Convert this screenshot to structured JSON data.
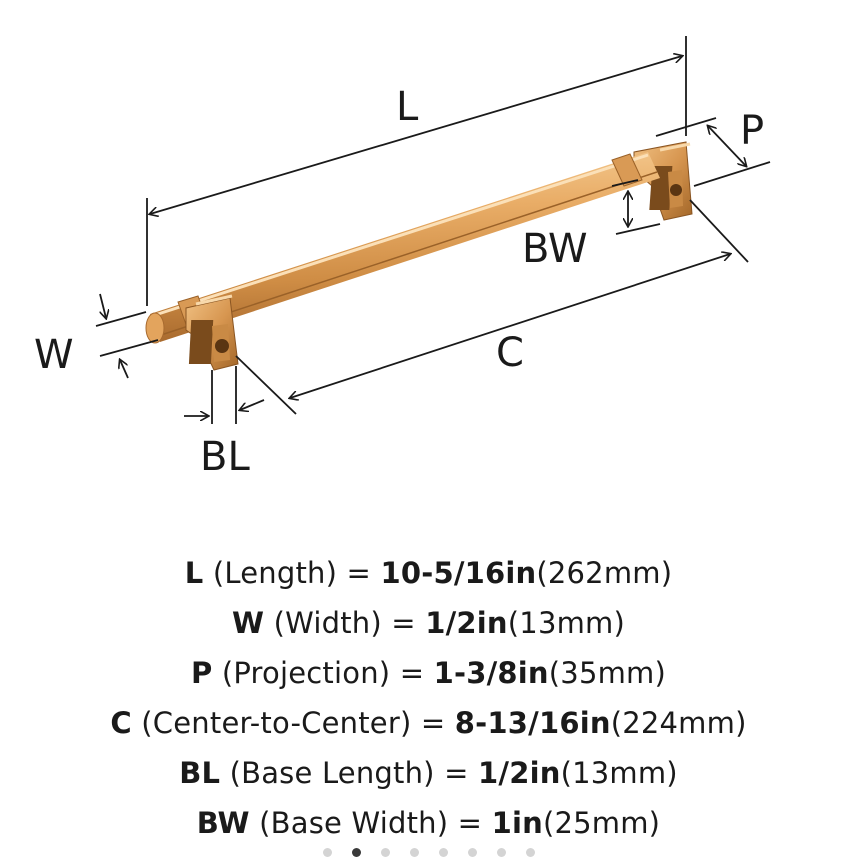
{
  "diagram": {
    "labels": {
      "L": "L",
      "P": "P",
      "BW": "BW",
      "W": "W",
      "C": "C",
      "BL": "BL"
    }
  },
  "specs": [
    {
      "key": "L",
      "desc": " (Length) = ",
      "imperial": "10-5/16in",
      "metric": "(262mm)"
    },
    {
      "key": "W",
      "desc": " (Width) = ",
      "imperial": "1/2in",
      "metric": "(13mm)"
    },
    {
      "key": "P",
      "desc": " (Projection) = ",
      "imperial": "1-3/8in",
      "metric": "(35mm)"
    },
    {
      "key": "C",
      "desc": " (Center-to-Center) = ",
      "imperial": "8-13/16in",
      "metric": "(224mm)"
    },
    {
      "key": "BL",
      "desc": " (Base Length) = ",
      "imperial": "1/2in",
      "metric": "(13mm)"
    },
    {
      "key": "BW",
      "desc": " (Base Width) = ",
      "imperial": "1in",
      "metric": "(25mm)"
    }
  ],
  "carousel": {
    "dot_count": 8,
    "active_index": 1
  },
  "colors": {
    "brass_light": "#f3c48a",
    "brass_mid": "#d9984f",
    "brass_dark": "#9a6128",
    "dimension_line": "#1a1a1a"
  }
}
